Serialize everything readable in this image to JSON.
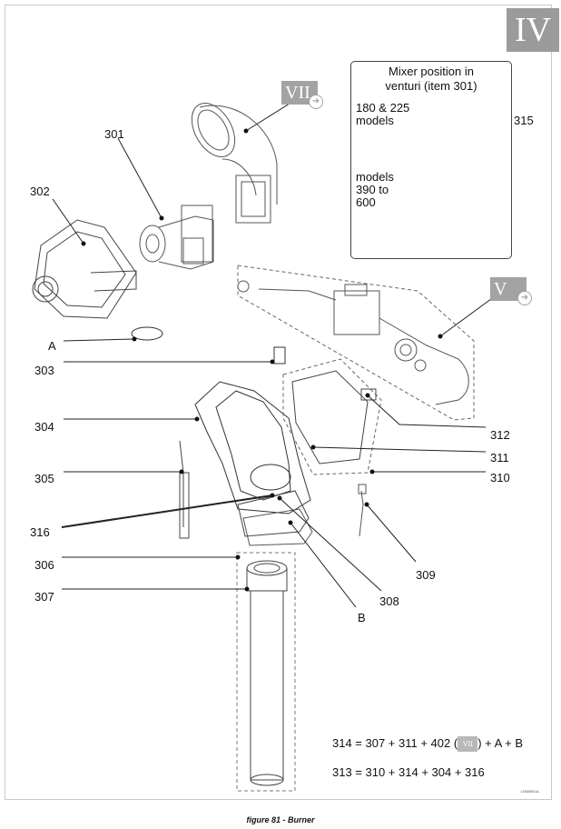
{
  "section_badge": "IV",
  "ref_badges": {
    "vii": "VII",
    "v": "V",
    "inline": "VII"
  },
  "callout": {
    "title": "Mixer position in\nventuri (item 301)",
    "group_a": "180 & 225\nmodels",
    "group_b": "models\n390 to\n600",
    "part": "315"
  },
  "labels": {
    "p301": "301",
    "p302": "302",
    "pA": "A",
    "p303": "303",
    "p304": "304",
    "p305": "305",
    "p316": "316",
    "p306": "306",
    "p307": "307",
    "p308": "308",
    "pB": "B",
    "p309": "309",
    "p310": "310",
    "p311": "311",
    "p312": "312"
  },
  "equations": {
    "eq1_left": "314 = 307 + 311 + 402 (",
    "eq1_right": ") + A + B",
    "eq2": "313 = 310 + 314 + 304 + 316"
  },
  "doc_code": "L000000-A",
  "caption": "figure 81 - Burner"
}
